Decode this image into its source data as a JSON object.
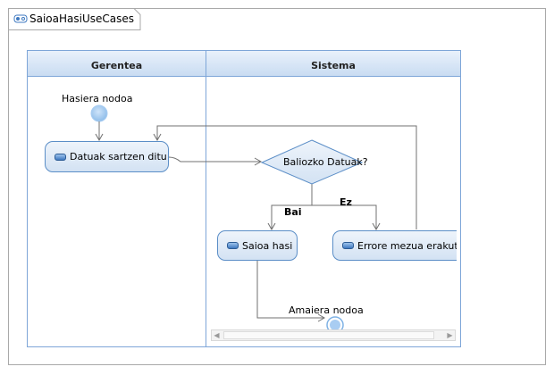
{
  "diagram": {
    "title": "SaioaHasiUseCases",
    "lanes": [
      {
        "id": "gerentea",
        "header": "Gerentea"
      },
      {
        "id": "sistema",
        "header": "Sistema"
      }
    ],
    "initial_node_label": "Hasiera nodoa",
    "final_node_label": "Amaiera nodoa",
    "actions": {
      "datuak": "Datuak sartzen ditu",
      "saioa": "Saioa hasi",
      "errore": "Errore mezua erakutsi"
    },
    "decision_label": "Baliozko Datuak?",
    "guards": {
      "yes": "Bai",
      "no": "Ez"
    }
  },
  "icons": {
    "title": "activity-diagram-icon",
    "action": "action-node-icon"
  },
  "colors": {
    "lane_border": "#7ea6d8",
    "node_border": "#5b8ec7",
    "node_fill_top": "#eef4fb",
    "node_fill_bottom": "#d3e2f3",
    "initial_node": "#a9cdf2",
    "edge": "#707070"
  }
}
